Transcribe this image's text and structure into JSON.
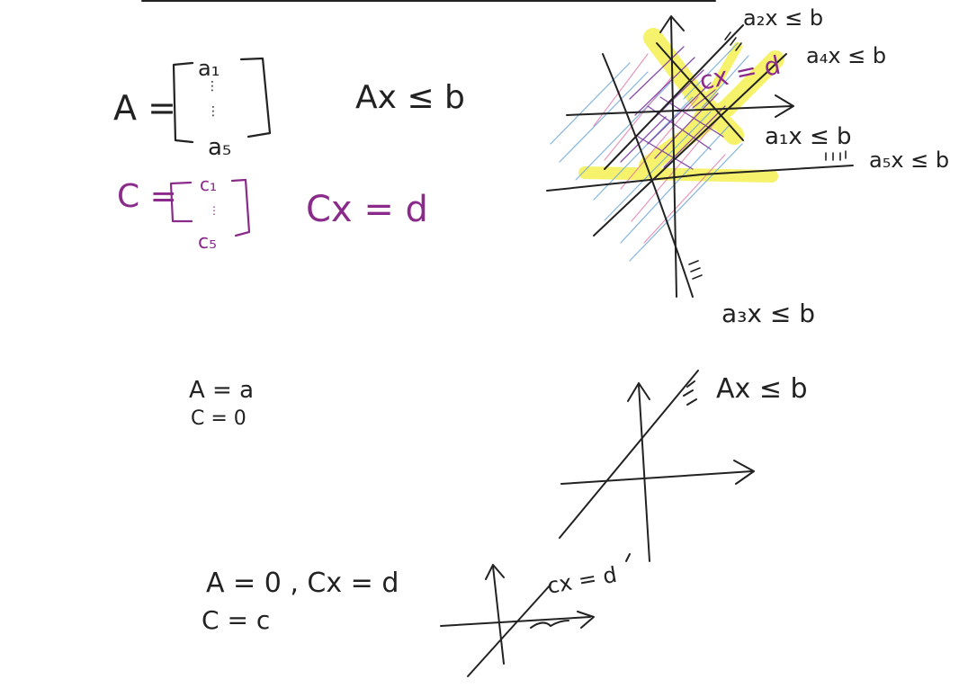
{
  "colors": {
    "ink": "#222222",
    "purple": "#8a2a8a",
    "highlight": "#f4ee3a",
    "hatch_purple": "#7a3aa0",
    "hatch_blue": "#6fa8d8",
    "hatch_pink": "#e06aa0"
  },
  "notes": {
    "matrix_A": {
      "lhs": "A =",
      "row_top": "a₁",
      "row_bottom": "a₅"
    },
    "inequality_main": "Ax ≤ b",
    "matrix_C": {
      "lhs": "C =",
      "row_top": "c₁",
      "row_bottom": "c₅"
    },
    "equality_main": "Cx = d",
    "case1": {
      "line1": "A = a",
      "line2": "C = 0"
    },
    "case2": {
      "line1": "A = 0 ,  Cx = d",
      "line2": "C = c"
    }
  },
  "diagram_top": {
    "labels": {
      "a2": "a₂x ≤ b",
      "a4": "a₄x ≤ b",
      "cxd": "cx = d",
      "a1": "a₁x ≤ b",
      "a5": "a₅x ≤ b",
      "a3": "a₃x ≤ b"
    }
  },
  "diagram_mid": {
    "label": "Ax ≤ b"
  },
  "diagram_bottom": {
    "label": "cx = d"
  }
}
